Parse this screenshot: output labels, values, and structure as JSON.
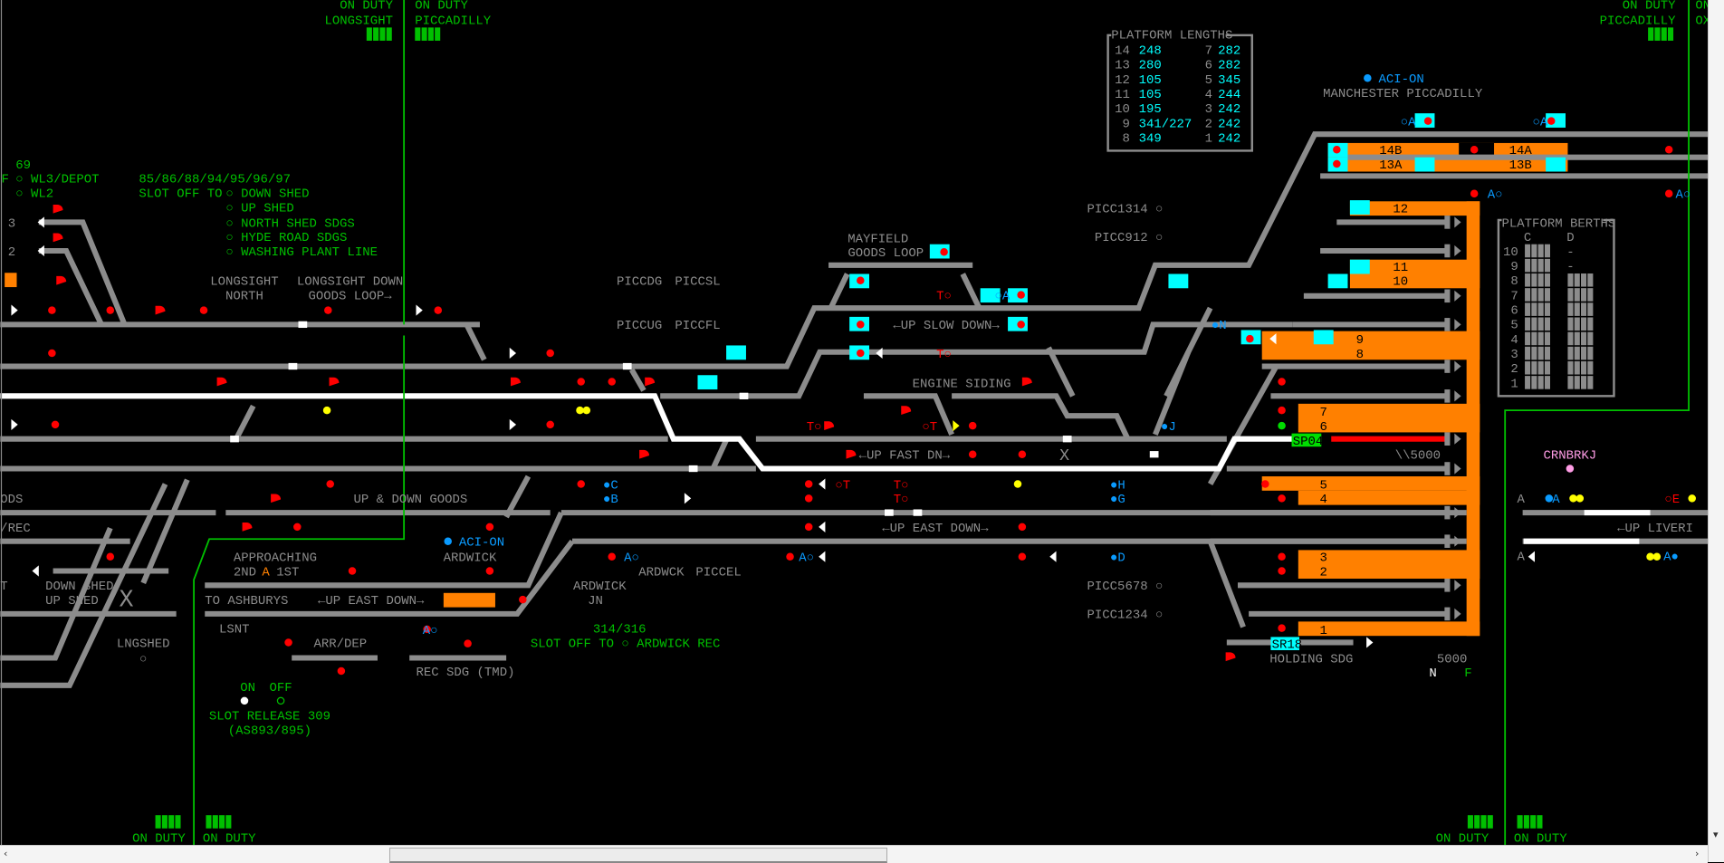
{
  "colors": {
    "track": "#8c8c8c",
    "route": "#ffffff",
    "boundary": "#00c000",
    "platform": "#ff8000",
    "highlight": "#00ffff",
    "signal_on": "#ff0000",
    "label_blue": "#0a9bff",
    "set_route": "#ff0000"
  },
  "duty": {
    "top": [
      {
        "line1": "ON DUTY",
        "line2": "LONGSIGHT"
      },
      {
        "line1": "ON DUTY",
        "line2": "PICCADILLY"
      },
      {
        "line1": "ON DUTY",
        "line2": "PICCADILLY"
      },
      {
        "line1": "ON DUTY",
        "line2": "OX"
      }
    ],
    "bottom": [
      "ON DUTY",
      "ON DUTY",
      "ON DUTY",
      "ON DUTY"
    ]
  },
  "left_panel": {
    "code": "69",
    "f": "F",
    "wl3": "○ WL3/DEPOT",
    "wl2": "○ WL2",
    "slot_codes": "85/86/88/94/95/96/97",
    "slot_off_to": "SLOT OFF TO",
    "slot_targets": [
      "○ DOWN SHED",
      "○ UP SHED",
      "○ NORTH SHED SDGS",
      "○ HYDE ROAD SDGS",
      "○ WASHING PLANT LINE"
    ],
    "road3": "3",
    "road2": "2"
  },
  "labels": {
    "longsight_north_1": "LONGSIGHT",
    "longsight_north_2": "NORTH",
    "longsight_dgl_1": "LONGSIGHT DOWN",
    "longsight_dgl_2": "GOODS LOOP→",
    "piccdg": "PICCDG",
    "piccsl": "PICCSL",
    "piccug": "PICCUG",
    "piccfl": "PICCFL",
    "mayfield_1": "MAYFIELD",
    "mayfield_2": "GOODS LOOP",
    "up_slow_down": "←UP SLOW DOWN→",
    "engine_siding": "ENGINE SIDING",
    "up_fast_dn": "←UP FAST DN→",
    "up_down_goods": "UP & DOWN GOODS",
    "up_east_down": "←UP EAST DOWN→",
    "ods": "ODS",
    "rec": "/REC",
    "t": "T",
    "down_shed": "DOWN SHED",
    "up_shed": "UP SHED",
    "x": "X",
    "lngshed": "LNGSHED",
    "lngshed_ind": "○",
    "approaching": "APPROACHING",
    "second": "2ND",
    "a": "A",
    "first": "1ST",
    "to_ashburys": "TO ASHBURYS",
    "up_east_down_2": "←UP EAST DOWN→",
    "lsnt": "LSNT",
    "arr_dep": "ARR/DEP",
    "rec_sdg": "REC SDG (TMD)",
    "aci_on_ardwick": "ACI-ON",
    "ardwick": "ARDWICK",
    "slot_on": "ON",
    "slot_off": "OFF",
    "slot_release": "SLOT RELEASE 309",
    "slot_release_sub": "(AS893/895)",
    "ardwick_jn_1": "ARDWICK",
    "ardwick_jn_2": "JN",
    "ardwck": "ARDWCK",
    "piccel": "PICCEL",
    "slot_314": "314/316",
    "slot_off_ardwick": "SLOT OFF TO ○ ARDWICK REC",
    "picc1314": "PICC1314 ○",
    "picc912": "PICC912 ○",
    "picc5678": "PICC5678 ○",
    "picc1234": "PICC1234 ○",
    "aci_on_picc": "ACI-ON",
    "manchester_piccadilly": "MANCHESTER PICCADILLY",
    "crnbrkj": "CRNBRKJ",
    "up_liverpool": "←UP LIVERI",
    "five_thousand_a": "\\\\5000",
    "five_thousand_b": "5000",
    "n": "N",
    "f": "F",
    "holding_sdg": "HOLDING SDG",
    "sp04": "SP04",
    "sr18": "SR18",
    "x2": "X",
    "a_left1": "A",
    "a_left2": "A"
  },
  "berth_tags": {
    "t1": "T○",
    "t2": "T○",
    "t3": "T○",
    "t4": "○T",
    "t5": "○T",
    "t6": "T○",
    "t7": "T○",
    "c": "●C",
    "b": "●B",
    "a1": "○A",
    "n": "●N",
    "j": "●J",
    "h": "●H",
    "g": "●G",
    "d": "●D",
    "a2": "A○",
    "a3": "A○",
    "a4": "A○",
    "a5": "○A",
    "a6": "○A",
    "a7": "A○",
    "a8": "A○",
    "a9": "●A",
    "e": "○E",
    "a10": "A●"
  },
  "platforms": [
    "14B",
    "13A",
    "14A",
    "13B",
    "12",
    "11",
    "10",
    "9",
    "8",
    "7",
    "6",
    "5",
    "4",
    "3",
    "2",
    "1"
  ],
  "platform_lengths": {
    "title": "PLATFORM LENGTHS",
    "rows": [
      {
        "p": "14",
        "len": "248",
        "p2": "7",
        "len2": "282"
      },
      {
        "p": "13",
        "len": "280",
        "p2": "6",
        "len2": "282"
      },
      {
        "p": "12",
        "len": "105",
        "p2": "5",
        "len2": "345"
      },
      {
        "p": "11",
        "len": "105",
        "p2": "4",
        "len2": "244"
      },
      {
        "p": "10",
        "len": "195",
        "p2": "3",
        "len2": "242"
      },
      {
        "p": "9",
        "len": "341/227",
        "p2": "2",
        "len2": "242"
      },
      {
        "p": "8",
        "len": "349",
        "p2": "1",
        "len2": "242"
      }
    ]
  },
  "platform_berths": {
    "title": "PLATFORM BERTHS",
    "col_c": "C",
    "col_d": "D",
    "rows": [
      {
        "row": "10",
        "c": 4,
        "d": "-"
      },
      {
        "row": "9",
        "c": 4,
        "d": "-"
      },
      {
        "row": "8",
        "c": 4,
        "d": 4
      },
      {
        "row": "7",
        "c": 4,
        "d": 4
      },
      {
        "row": "6",
        "c": 4,
        "d": 4
      },
      {
        "row": "5",
        "c": 4,
        "d": 4
      },
      {
        "row": "4",
        "c": 4,
        "d": 4
      },
      {
        "row": "3",
        "c": 4,
        "d": 4
      },
      {
        "row": "2",
        "c": 4,
        "d": 4
      },
      {
        "row": "1",
        "c": 4,
        "d": 4
      }
    ]
  }
}
